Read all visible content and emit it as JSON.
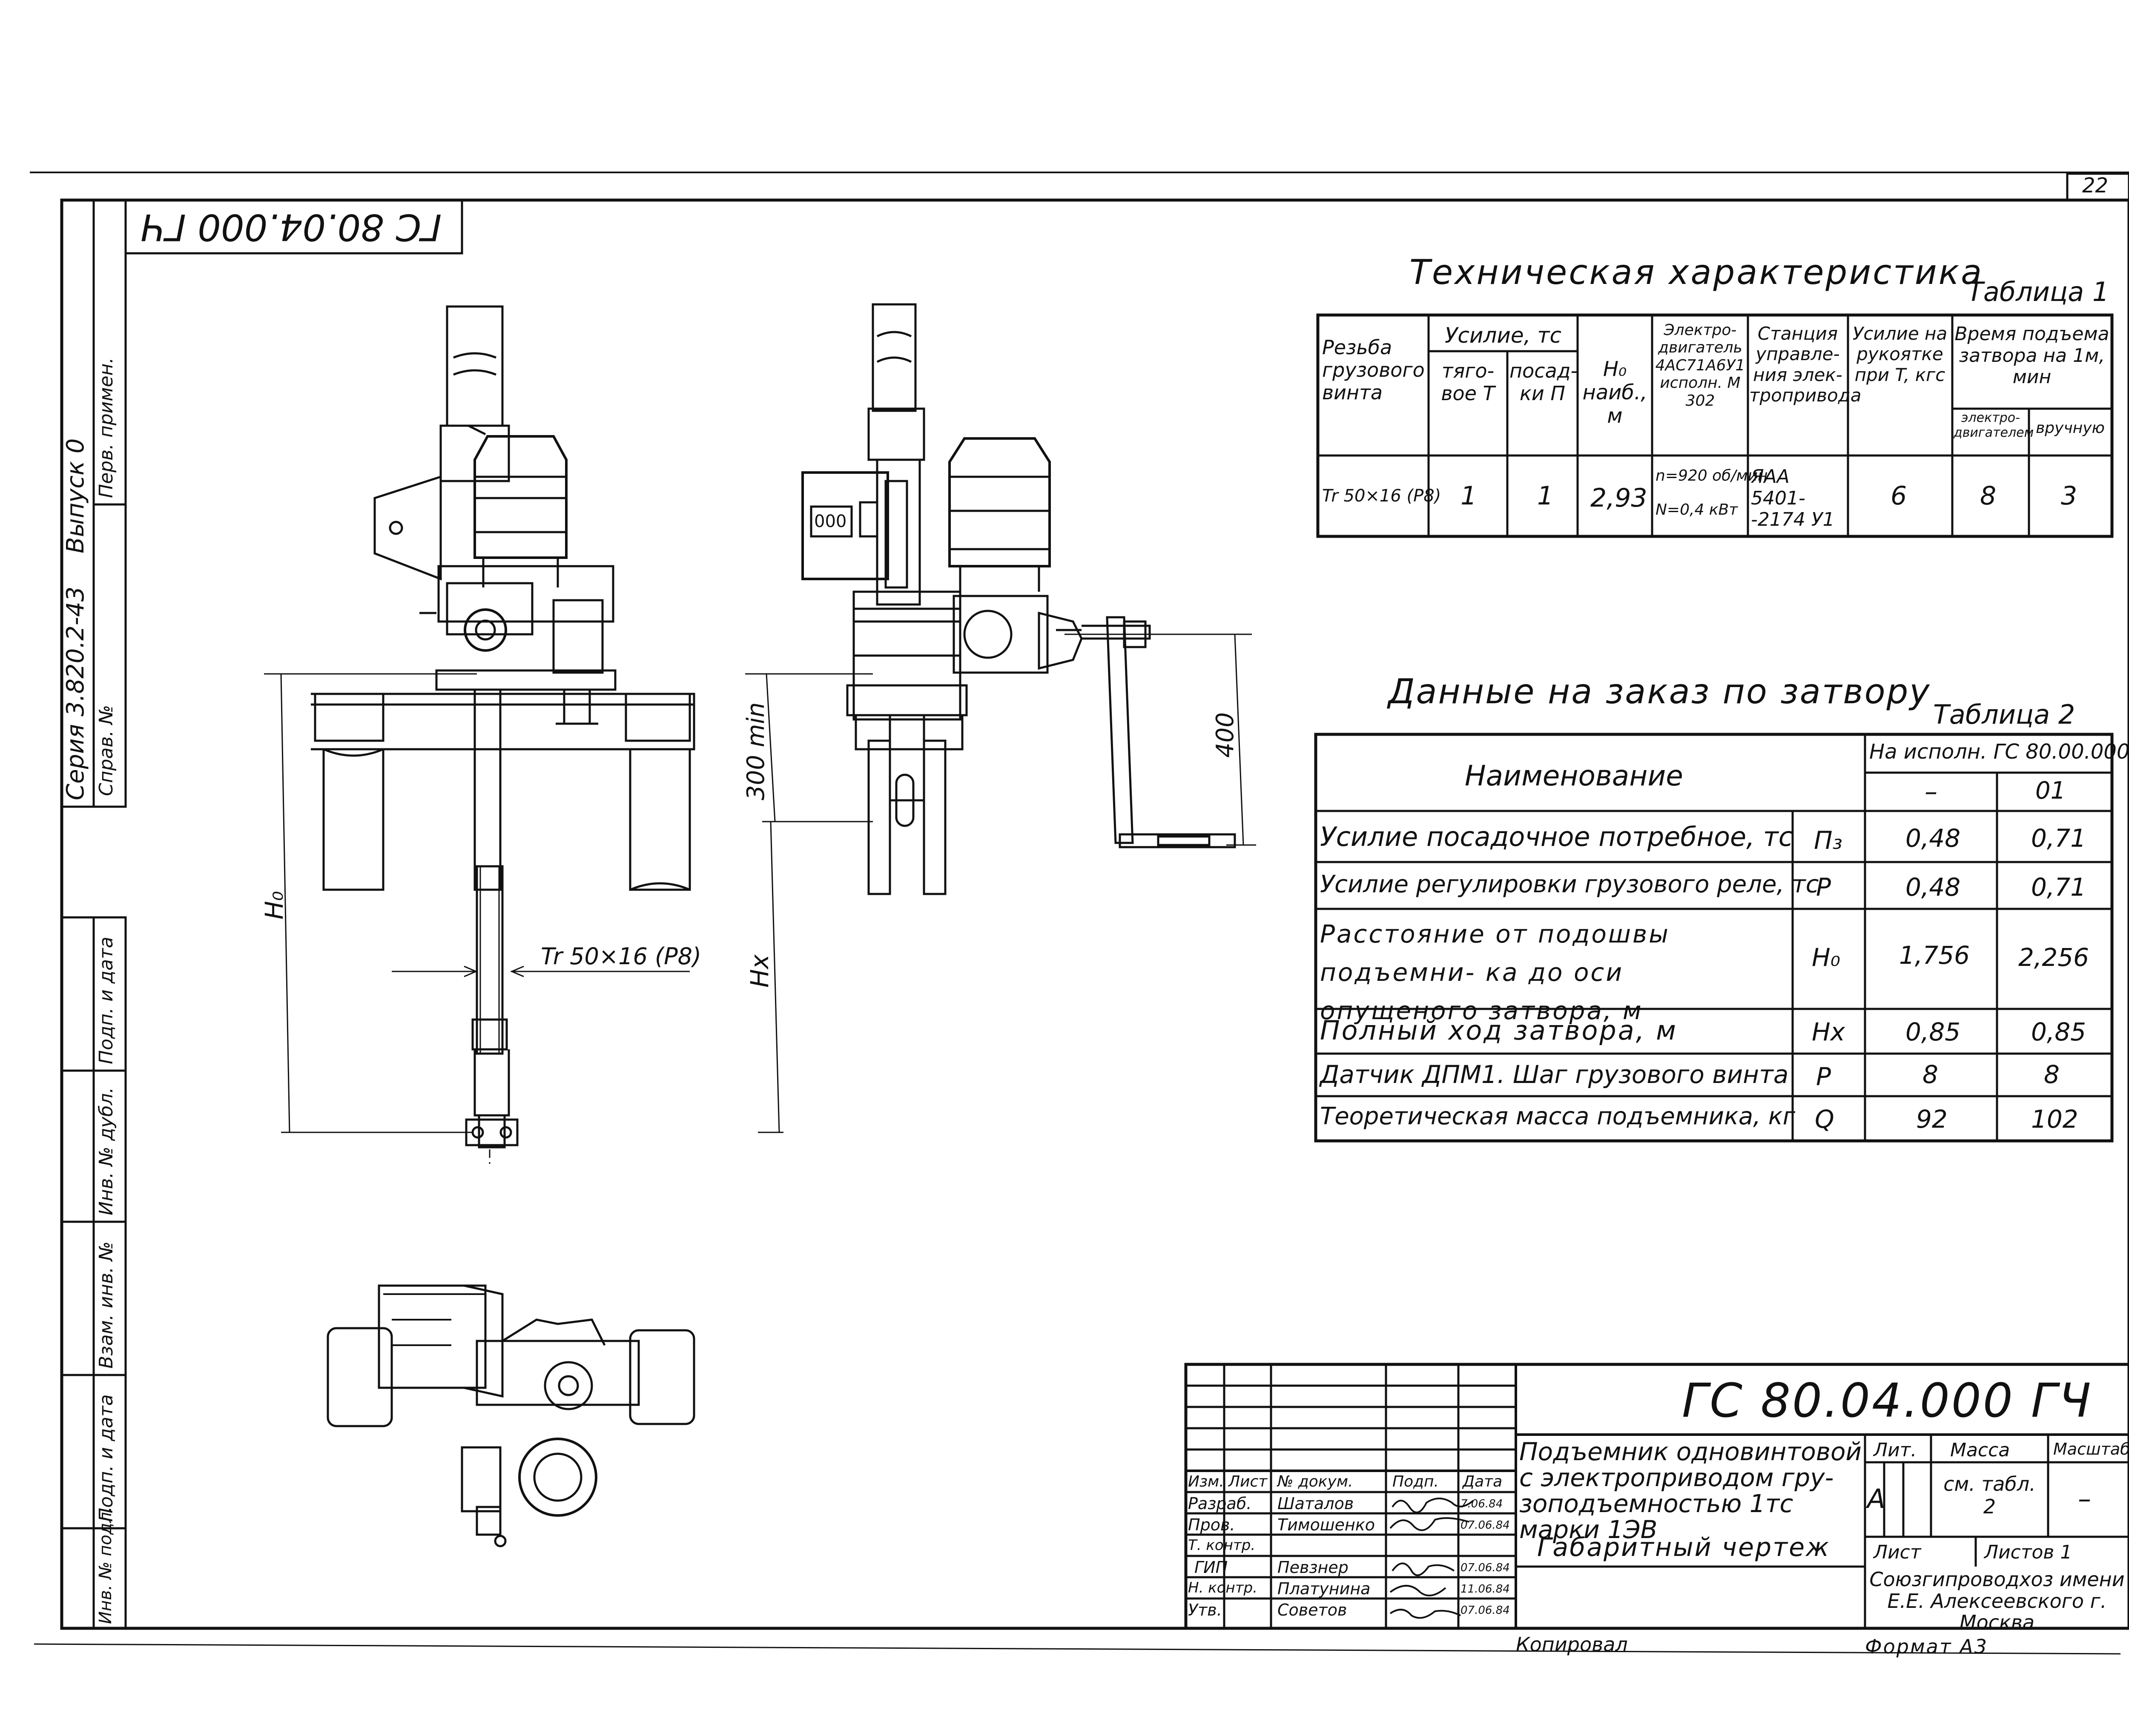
{
  "page_number": "22",
  "corner_stamp_flipped": "ГС 80.04.000 ГЧ",
  "side_stamp": {
    "series": "Серия 3.820.2-43",
    "issue": "Выпуск 0",
    "fields": [
      "Перв. примен.",
      "Справ. №",
      "Подп. и дата",
      "Инв. № дубл.",
      "Взам. инв. №",
      "Подп. и дата",
      "Инв. № подл."
    ]
  },
  "drawing_labels": {
    "thread": "Tr 50×16 (P8)",
    "h0": "H₀",
    "hx": "Hx",
    "dim_300": "300 min",
    "dim_400": "400",
    "indicator_digits": "000"
  },
  "table1": {
    "title": "Техническая характеристика",
    "label": "Таблица 1",
    "headers": {
      "thread": "Резьба грузового винта",
      "force": "Усилие, тс",
      "force_pull": "тяго- вое T",
      "force_land": "посад- ки П",
      "h0": "H₀ наиб., м",
      "motor": "Электро- двигатель 4АС71А6У1 исполн. М 302",
      "station": "Станция управле- ния элек- тропривода",
      "handle_force": "Усилие на рукоятке при T, кгс",
      "lift_time": "Время подъема затвора на 1м, мин",
      "lift_motor": "электро- двигателем",
      "lift_manual": "вручную"
    },
    "row": {
      "thread": "Tr 50×16 (P8)",
      "pull": "1",
      "land": "1",
      "h0": "2,93",
      "motor_n": "n=920 об/мин",
      "motor_power": "N=0,4 кВт",
      "station": "ЯАА 5401- -2174 У1",
      "handle": "6",
      "motor_time": "8",
      "manual_time": "3"
    }
  },
  "table2": {
    "title": "Данные на заказ по затвору",
    "label": "Таблица 2",
    "head_name": "Наименование",
    "head_exec": "На исполн. ГС 80.00.000 –",
    "col_a": "–",
    "col_b": "01",
    "rows": [
      {
        "name": "Усилие посадочное потребное, тс",
        "sym": "П₃",
        "a": "0,48",
        "b": "0,71"
      },
      {
        "name": "Усилие регулировки грузового реле, тс",
        "sym": "P",
        "a": "0,48",
        "b": "0,71"
      },
      {
        "name": "Расстояние от подошвы подъемни- ка до оси опущеного затвора, м",
        "sym": "H₀",
        "a": "1,756",
        "b": "2,256"
      },
      {
        "name": "Полный ход затвора, м",
        "sym": "Hx",
        "a": "0,85",
        "b": "0,85"
      },
      {
        "name": "Датчик ДПМ1. Шаг грузового винта",
        "sym": "P",
        "a": "8",
        "b": "8"
      },
      {
        "name": "Теоретическая масса подъемника, кг",
        "sym": "Q",
        "a": "92",
        "b": "102"
      }
    ]
  },
  "title_block": {
    "code": "ГС 80.04.000 ГЧ",
    "description": "Подъемник одновинтовой с электроприводом гру- зоподъемностью 1тс марки 1ЭВ",
    "sheet_type": "Габаритный чертеж",
    "lit_label": "Лит.",
    "lit_value": "А",
    "mass_label": "Масса",
    "mass_value": "см. табл. 2",
    "scale_label": "Масштаб",
    "scale_value": "–",
    "sheet_label": "Лист",
    "sheets_label": "Листов 1",
    "organization": "Союзгипроводхоз имени Е.Е. Алексеевского г. Москва",
    "header_cols": [
      "Изм.",
      "Лист",
      "№ докум.",
      "Подп.",
      "Дата"
    ],
    "signers": [
      {
        "role": "Разраб.",
        "name": "Шаталов",
        "date": "7.06.84"
      },
      {
        "role": "Пров.",
        "name": "Тимошенко",
        "date": "07.06.84"
      },
      {
        "role": "Т. контр.",
        "name": "",
        "date": ""
      },
      {
        "role": "ГИП",
        "name": "Певзнер",
        "date": "07.06.84"
      },
      {
        "role": "Н. контр.",
        "name": "Платунина",
        "date": "11.06.84"
      },
      {
        "role": "Утв.",
        "name": "Советов",
        "date": "07.06.84"
      }
    ],
    "copied": "Копировал",
    "format": "Формат А3"
  }
}
